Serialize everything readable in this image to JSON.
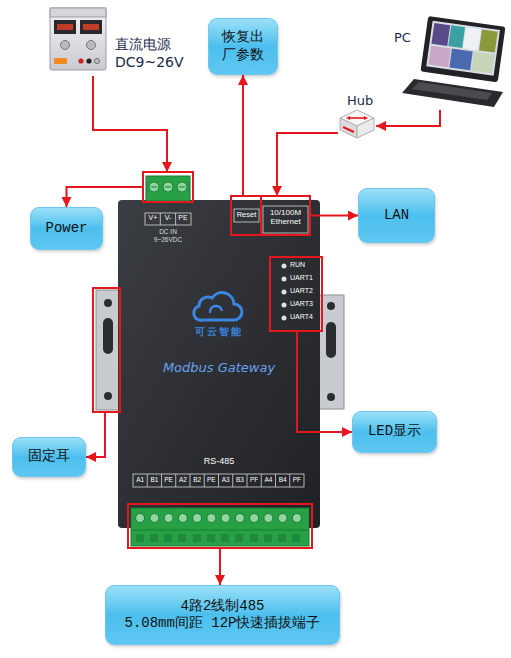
{
  "diagram": {
    "nodes": [
      {
        "text": [
          "直流电源 DC9~26V"
        ]
      },
      {
        "text": [
          "恢复出厂参数"
        ]
      },
      {
        "text": [
          "PC"
        ]
      },
      {
        "text": [
          "Hub"
        ]
      },
      {
        "text": [
          "Power"
        ]
      },
      {
        "text": [
          "可云智能",
          "Modbus Gateway"
        ]
      },
      {
        "text": [
          "LAN"
        ]
      },
      {
        "text": [
          "LED显示"
        ]
      },
      {
        "text": [
          "固定耳"
        ]
      },
      {
        "text": [
          "4路2线制485",
          "5.08mm间距 12P快速插拔端子"
        ]
      }
    ],
    "edges": [
      {
        "from": 0,
        "to": 5,
        "arrow": "to"
      },
      {
        "from": 5,
        "to": 4,
        "arrow": "to"
      },
      {
        "from": 5,
        "to": 1,
        "arrow": "to"
      },
      {
        "from": 2,
        "to": 3,
        "arrow": "to"
      },
      {
        "from": 3,
        "to": 5,
        "arrow": "to"
      },
      {
        "from": 5,
        "to": 6,
        "arrow": "to"
      },
      {
        "from": 5,
        "to": 7,
        "arrow": "to"
      },
      {
        "from": 5,
        "to": 8,
        "arrow": "to"
      },
      {
        "from": 5,
        "to": 9,
        "arrow": "to"
      }
    ],
    "labels": [
      "V+",
      "V-",
      "PE",
      "DC IN",
      "9~26VDC",
      "Reset",
      "10/100M Ethernet",
      "RUN",
      "UART1",
      "UART2",
      "UART3",
      "UART4",
      "RS-485",
      "A1",
      "B1",
      "PE",
      "A2",
      "B2",
      "PE",
      "A3",
      "B3",
      "PF",
      "A4",
      "B4",
      "PF"
    ]
  }
}
